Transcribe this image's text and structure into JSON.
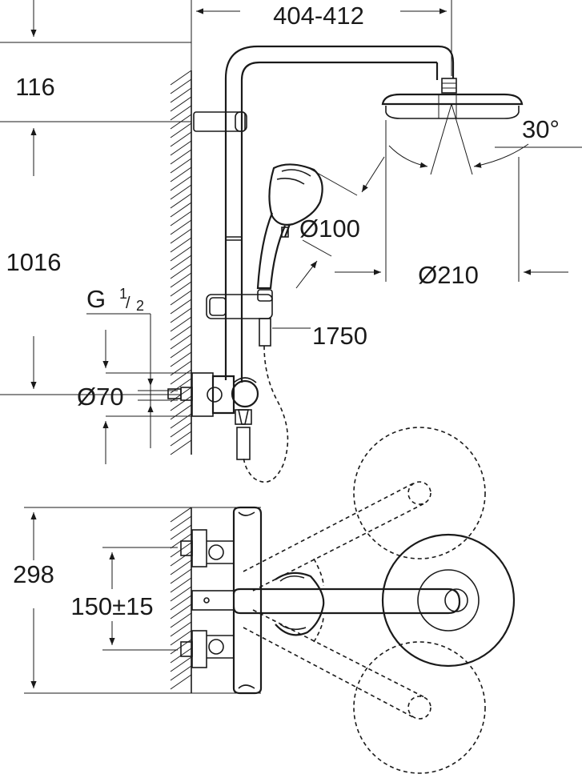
{
  "dimensions": {
    "arm_reach": "404-412",
    "top_height": "116",
    "rail_height": "1016",
    "inlet_thread": "G",
    "thread_num": "1",
    "thread_den": "2",
    "outlet_diameter": "Ø70",
    "tilt_angle": "30°",
    "hand_shower_diameter": "Ø100",
    "head_shower_diameter": "Ø210",
    "hose_length": "1750",
    "mixer_depth": "298",
    "inlet_spacing": "150±15"
  }
}
